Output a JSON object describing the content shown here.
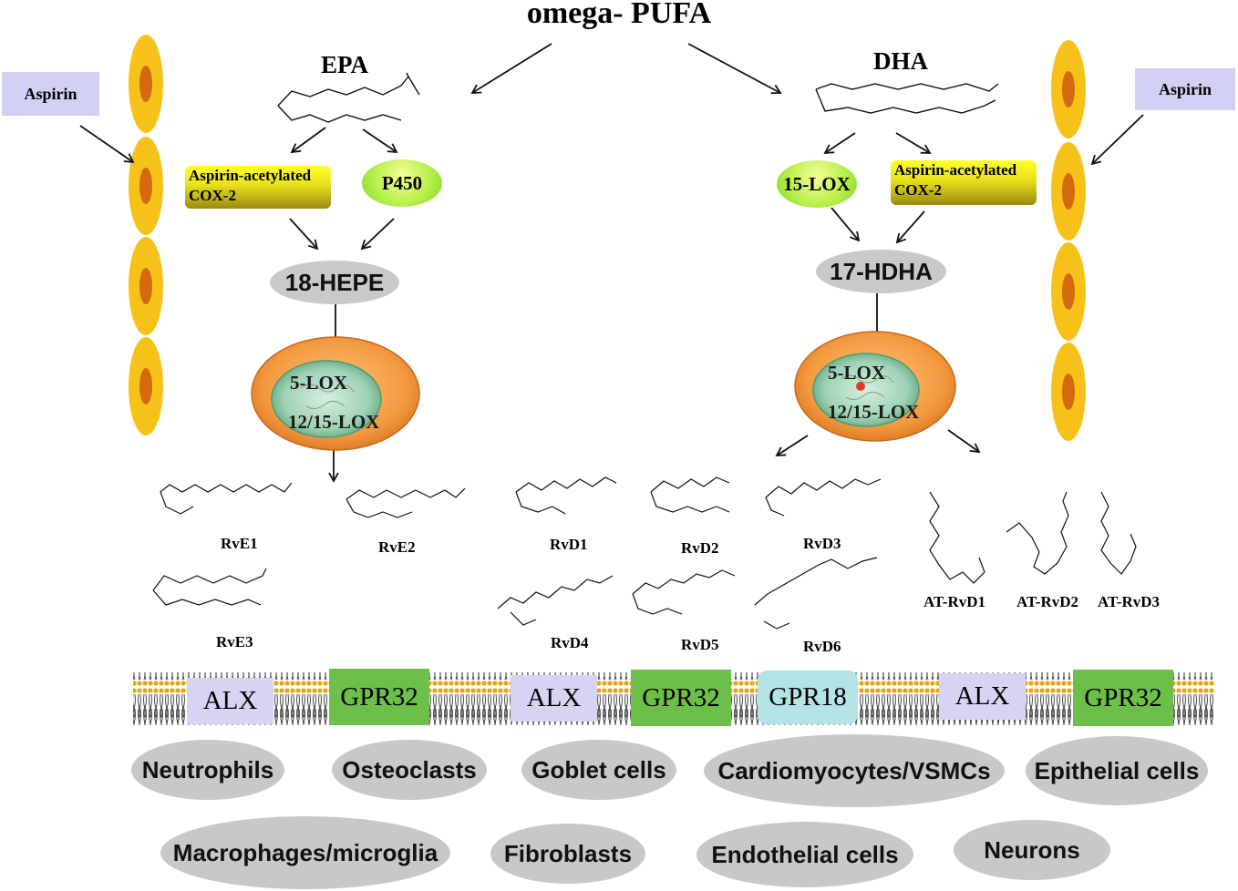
{
  "title": "omega- PUFA",
  "epa_label": "EPA",
  "dha_label": "DHA",
  "aspirin_left": "Aspirin",
  "aspirin_right": "Aspirin",
  "epa_enzymes": {
    "cox2": "Aspirin-acetylated COX-2",
    "p450": "P450"
  },
  "dha_enzymes": {
    "lox15": "15-LOX",
    "cox2": "Aspirin-acetylated COX-2"
  },
  "intermediates": {
    "left": "18-HEPE",
    "right": "17-HDHA"
  },
  "cell_enzymes": {
    "left": {
      "lox5": "5-LOX",
      "lox1215": "12/15-LOX"
    },
    "right": {
      "lox5": "5-LOX",
      "lox1215": "12/15-LOX"
    }
  },
  "resolvins_e": [
    "RvE1",
    "RvE2",
    "RvE3"
  ],
  "resolvins_d": [
    "RvD1",
    "RvD2",
    "RvD3",
    "RvD4",
    "RvD5",
    "RvD6"
  ],
  "aspirin_triggered": [
    "AT-RvD1",
    "AT-RvD2",
    "AT-RvD3"
  ],
  "receptors": [
    "ALX",
    "GPR32",
    "ALX",
    "GPR32",
    "GPR18",
    "ALX",
    "GPR32"
  ],
  "cell_types_row1": [
    "Neutrophils",
    "Osteoclasts",
    "Goblet cells",
    "Cardiomyocytes/VSMCs",
    "Epithelial cells"
  ],
  "cell_types_row2": [
    "Macrophages/microglia",
    "Fibroblasts",
    "Endothelial cells",
    "Neurons"
  ],
  "colors": {
    "vessel": "#f6c21a",
    "nucleus_small": "#d4690e",
    "aspirin_box": "#d3d1f3",
    "alx": "#d7d4f3",
    "gpr32": "#6cc04a",
    "gpr18": "#b4e3e6",
    "cell_oval": "#c8c8c8",
    "cell_orange": "#f39a40",
    "cell_nucleus": "#9fd2b6"
  }
}
